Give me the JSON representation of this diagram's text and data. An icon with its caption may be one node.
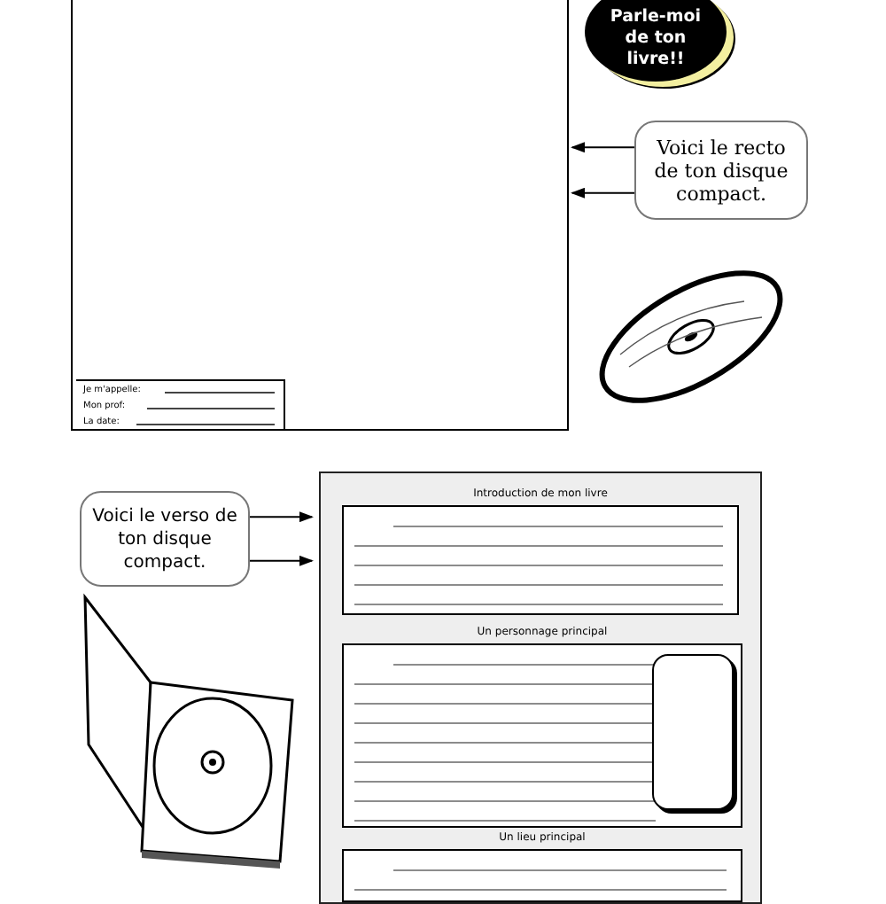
{
  "diagram": {
    "nodes": [
      {
        "text": [],
        "shape": "box"
      },
      {
        "text": [
          "Je m'appelle:",
          "Mon prof:",
          "La date:"
        ],
        "in": 0
      },
      {
        "text": [
          "Parle-moi de ton livre!!"
        ]
      },
      {
        "text": [
          "Voici le recto de ton disque compact."
        ]
      },
      {
        "text": [
          "Voici le verso de ton disque compact."
        ]
      },
      {
        "text": [],
        "shape": "box"
      },
      {
        "text": [
          "Introduction de mon livre"
        ],
        "in": 5
      },
      {
        "text": [
          "Un personnage principal"
        ],
        "in": 5
      },
      {
        "text": [],
        "shape": "box",
        "in": 7
      },
      {
        "text": [
          "Un lieu principal"
        ],
        "in": 5
      }
    ],
    "edges": [
      {
        "from": 3,
        "to": 0,
        "arrow": "to"
      },
      {
        "from": 3,
        "to": 0,
        "arrow": "to"
      },
      {
        "from": 4,
        "to": 5,
        "arrow": "to"
      },
      {
        "from": 4,
        "to": 5,
        "arrow": "to"
      }
    ]
  }
}
